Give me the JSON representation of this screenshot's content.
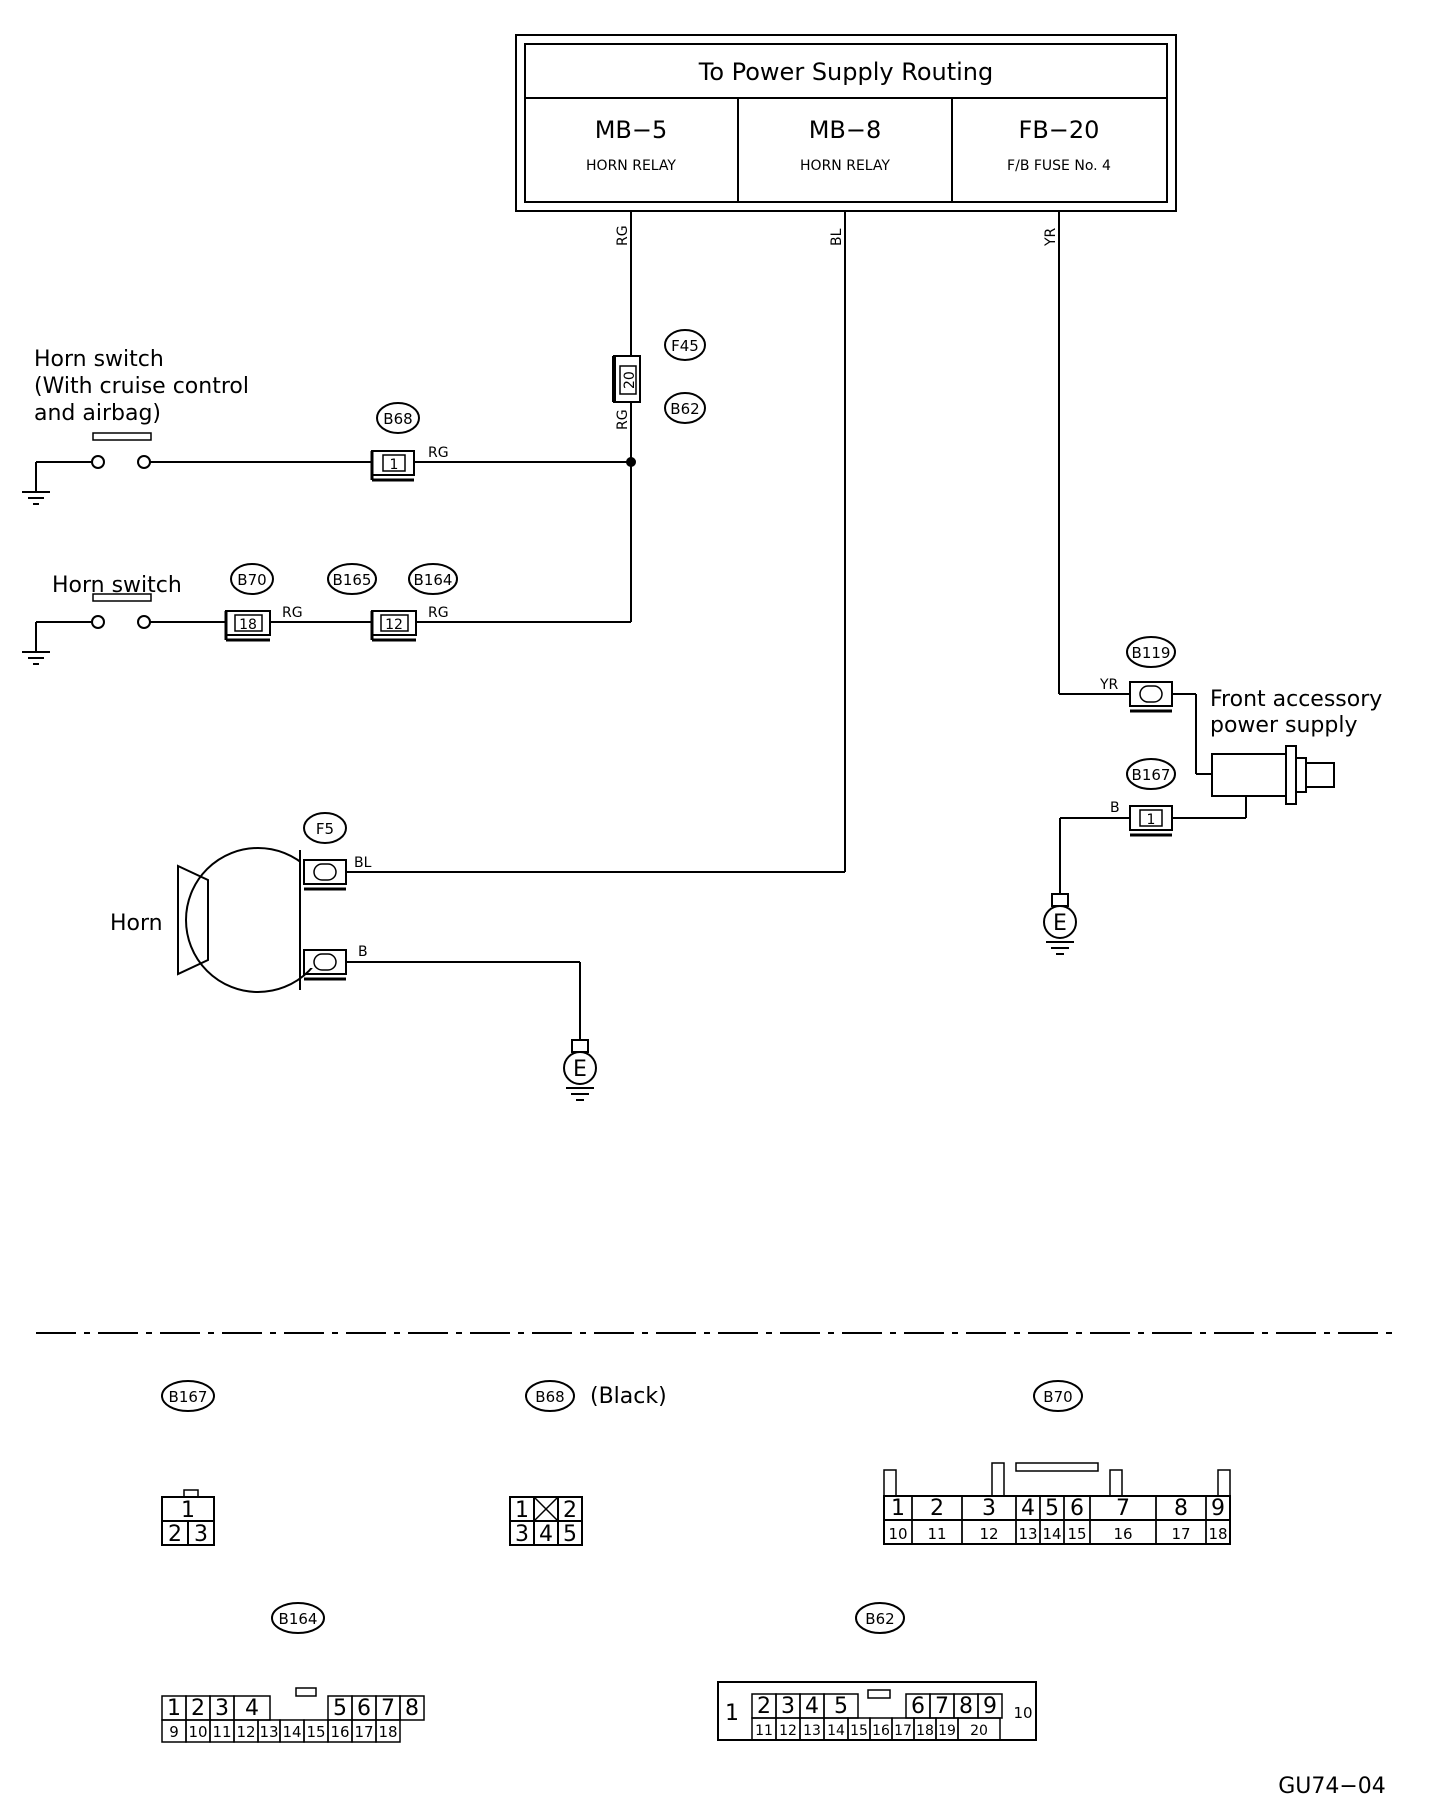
{
  "header": {
    "title": "To Power Supply Routing",
    "cells": [
      {
        "id": "MB−5",
        "sub": "HORN RELAY"
      },
      {
        "id": "MB−8",
        "sub": "HORN RELAY"
      },
      {
        "id": "FB−20",
        "sub": "F/B FUSE No. 4"
      }
    ]
  },
  "wires": {
    "rg": "RG",
    "bl": "BL",
    "yr": "YR",
    "b": "B"
  },
  "labels": {
    "horn_switch_cruise": [
      "Horn switch",
      "(With cruise control",
      " and airbag)"
    ],
    "horn_switch": "Horn switch",
    "horn": "Horn",
    "front_accessory": [
      "Front accessory",
      "power supply"
    ],
    "ground_e": "E"
  },
  "connectors": {
    "f45": "F45",
    "b62": "B62",
    "b68": "B68",
    "b70": "B70",
    "b165": "B165",
    "b164": "B164",
    "f5": "F5",
    "b119": "B119",
    "b167": "B167"
  },
  "pins": {
    "f45_b62": "20",
    "b68": "1",
    "b70": "18",
    "b164": "12",
    "b167": "1"
  },
  "legend": {
    "b167": {
      "label": "B167",
      "row1": [
        "1"
      ],
      "row2": [
        "2",
        "3"
      ]
    },
    "b68": {
      "label": "B68",
      "note": "(Black)",
      "row1": [
        "1",
        "2"
      ],
      "row2": [
        "3",
        "4",
        "5"
      ]
    },
    "b70": {
      "label": "B70",
      "row1": [
        "1",
        "2",
        "3",
        "4",
        "5",
        "6",
        "7",
        "8",
        "9"
      ],
      "row2": [
        "10",
        "11",
        "12",
        "13",
        "14",
        "15",
        "16",
        "17",
        "18"
      ]
    },
    "b164": {
      "label": "B164",
      "row1": [
        "1",
        "2",
        "3",
        "4",
        "5",
        "6",
        "7",
        "8"
      ],
      "row2": [
        "9",
        "10",
        "11",
        "12",
        "13",
        "14",
        "15",
        "16",
        "17",
        "18"
      ]
    },
    "b62": {
      "label": "B62",
      "left": "1",
      "right": "10",
      "row1": [
        "2",
        "3",
        "4",
        "5",
        "6",
        "7",
        "8",
        "9"
      ],
      "row2": [
        "11",
        "12",
        "13",
        "14",
        "15",
        "16",
        "17",
        "18",
        "19",
        "20"
      ]
    }
  },
  "figure_code": "GU74−04"
}
